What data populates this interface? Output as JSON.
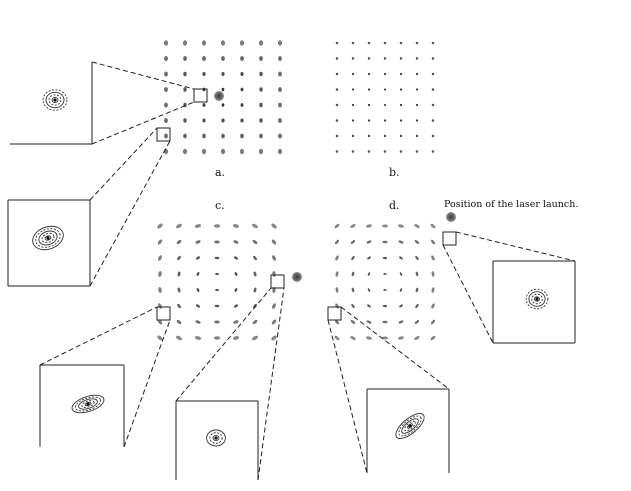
{
  "figure": {
    "panels": [
      {
        "id": "a",
        "label": "a."
      },
      {
        "id": "b",
        "label": "b."
      },
      {
        "id": "c",
        "label": "c."
      },
      {
        "id": "d",
        "label": "d."
      }
    ],
    "annotation": "Position of the laser launch."
  }
}
